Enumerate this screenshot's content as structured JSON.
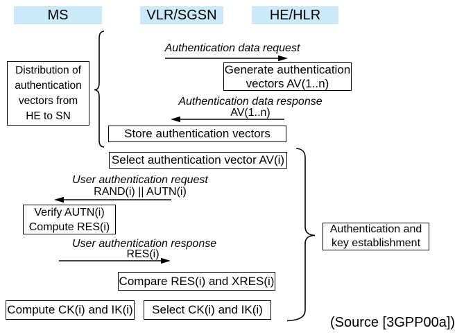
{
  "entities": {
    "ms": "MS",
    "vlr_sgsn": "VLR/SGSN",
    "he_hlr": "HE/HLR"
  },
  "boxes": {
    "distribution": "Distribution of\nauthentication\nvectors from\nHE to SN",
    "generate": "Generate authentication\nvectors AV(1..n)",
    "store": "Store authentication vectors",
    "select_av": "Select authentication vector AV(i)",
    "verify": "Verify AUTN(i)\nCompute RES(i)",
    "compare": "Compare RES(i) and XRES(i)",
    "compute_ck": "Compute CK(i) and IK(i)",
    "select_ck": "Select CK(i) and IK(i)",
    "auth_key": "Authentication and\nkey establishment"
  },
  "messages": {
    "auth_data_request": {
      "label": "Authentication data request",
      "from": "VLR/SGSN",
      "to": "HE/HLR"
    },
    "auth_data_response": {
      "label": "Authentication data response",
      "param": "AV(1..n)",
      "from": "HE/HLR",
      "to": "VLR/SGSN"
    },
    "user_auth_request": {
      "label": "User authentication request",
      "param": "RAND(i) || AUTN(i)",
      "from": "VLR/SGSN",
      "to": "MS"
    },
    "user_auth_response": {
      "label": "User authentication response",
      "param": "RES(i)",
      "from": "MS",
      "to": "VLR/SGSN"
    }
  },
  "footer": {
    "source": "(Source [3GPP00a])"
  },
  "colors": {
    "header_bg": "#cbe9f8",
    "line": "#000000",
    "box_bg": "#ffffff",
    "text": "#000000"
  }
}
